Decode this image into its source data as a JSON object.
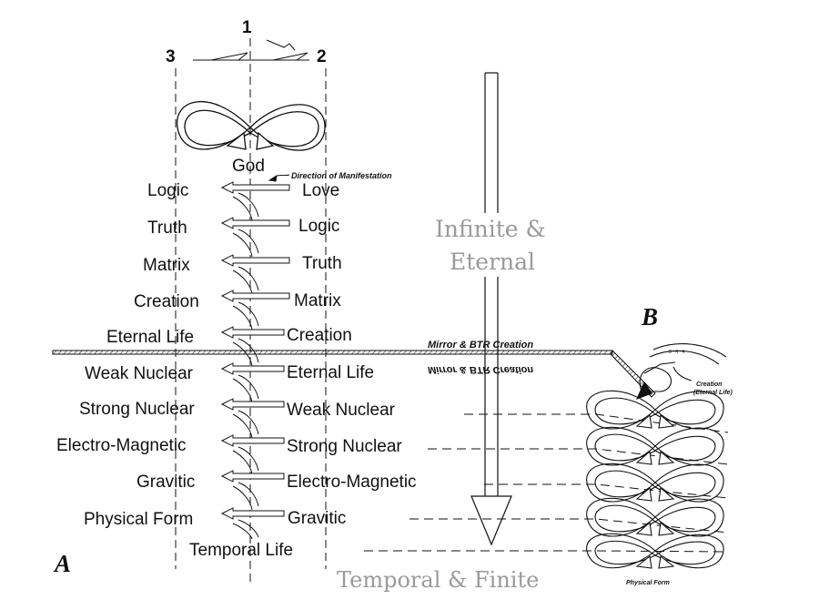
{
  "axis_labels": [
    "1",
    "2",
    "3"
  ],
  "top_node": "God",
  "direction_label": "Direction of Manifestation",
  "left_column": [
    "Logic",
    "Truth",
    "Matrix",
    "Creation",
    "Eternal Life",
    "Weak Nuclear",
    "Strong Nuclear",
    "Electro-Magnetic",
    "Gravitic",
    "Physical Form"
  ],
  "right_column": [
    "Love",
    "Logic",
    "Truth",
    "Matrix",
    "Creation",
    "Eternal Life",
    "Weak Nuclear",
    "Strong Nuclear",
    "Electro-Magnetic",
    "Gravitic"
  ],
  "bottom_node": "Temporal Life",
  "mirror_label": "Mirror &  BTR Creation",
  "mirror_reflected": "Mirror &  BTR Creation",
  "infinite_label": [
    "Infinite &",
    "Eternal"
  ],
  "temporal_label": "Temporal & Finite",
  "panel_a": "A",
  "panel_b": "B",
  "creation_label": [
    "Creation",
    "(Eternal Life)"
  ],
  "physical_form_label": "Physical Form",
  "tiny_marks": "8 · 4 · 4"
}
